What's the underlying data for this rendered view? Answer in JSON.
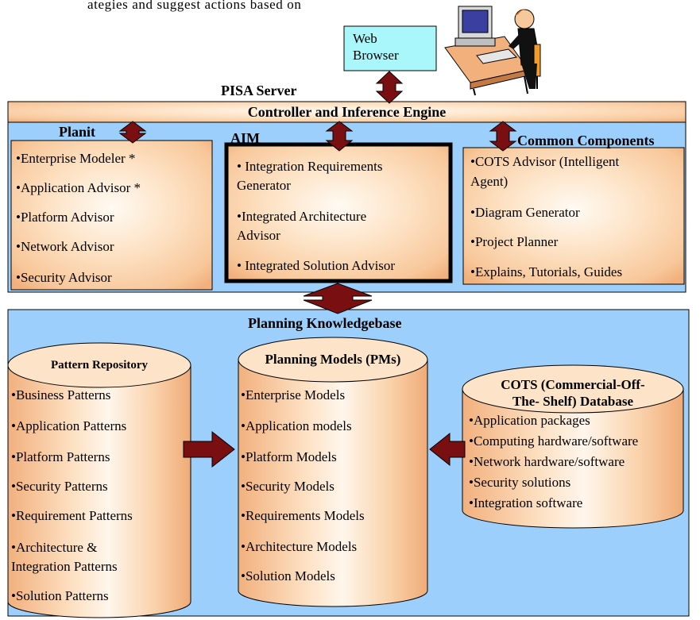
{
  "intro_fragment": "ategies and suggest actions based on",
  "web_browser": {
    "line1": "Web",
    "line2": "Browser"
  },
  "pisa_server_label": "PISA Server",
  "controller_label": "Controller and Inference Engine",
  "planit": {
    "title": "Planit",
    "items": [
      "•Enterprise Modeler *",
      "•Application Advisor *",
      "•Platform Advisor",
      "•Network Advisor",
      "•Security Advisor"
    ]
  },
  "aim": {
    "title": "AIM",
    "items": [
      "• Integration Requirements",
      "Generator",
      "•Integrated Architecture",
      "Advisor",
      "• Integrated Solution Advisor"
    ]
  },
  "common": {
    "title": "Common Components",
    "items": [
      "•COTS Advisor (Intelligent",
      "Agent)",
      "•Diagram Generator",
      "•Project Planner",
      "•Explains, Tutorials, Guides"
    ]
  },
  "knowledgebase_label": "Planning Knowledgebase",
  "pattern_repository": {
    "title": "Pattern Repository",
    "items": [
      "•Business Patterns",
      "•Application Patterns",
      "•Platform Patterns",
      "•Security Patterns",
      "•Requirement Patterns",
      "•Architecture &",
      "Integration Patterns",
      "•Solution Patterns"
    ]
  },
  "planning_models": {
    "title": "Planning Models (PMs)",
    "items": [
      "•Enterprise Models",
      "•Application models",
      "•Platform Models",
      "•Security Models",
      "•Requirements Models",
      "•Architecture Models",
      "•Solution Models"
    ]
  },
  "cots_db": {
    "title_line1": "COTS (Commercial-Off-",
    "title_line2": "The- Shelf) Database",
    "items": [
      "•Application packages",
      "•Computing hardware/software",
      "•Network hardware/software",
      "•Security solutions",
      "•Integration software"
    ]
  },
  "colors": {
    "blue_panel": "#9ccffb",
    "peach": "#fbd2aa",
    "arrow": "#7a0f12",
    "cyan_box": "#a9f6fb"
  }
}
